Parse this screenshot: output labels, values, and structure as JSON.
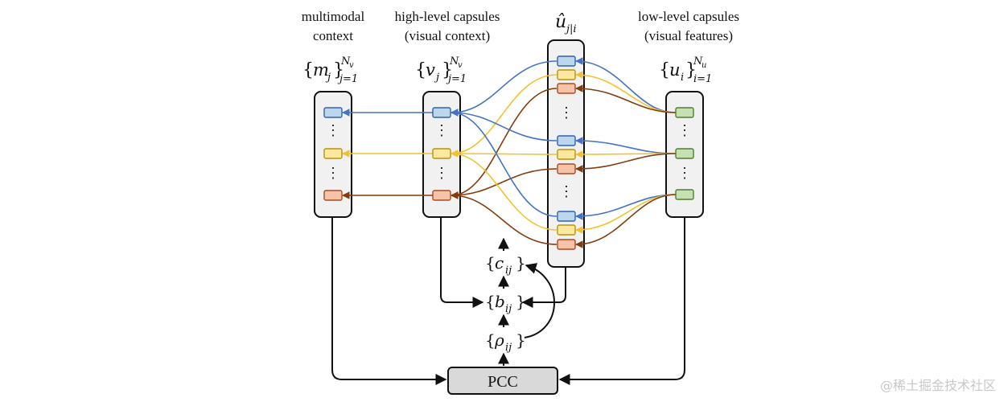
{
  "labels": {
    "multimodal_line1": "multimodal",
    "multimodal_line2": "context",
    "high_line1": "high-level capsules",
    "high_line2": "(visual context)",
    "low_line1": "low-level capsules",
    "low_line2": "(visual features)"
  },
  "math": {
    "m_set": {
      "open": "{",
      "var": "m",
      "sub": "j",
      "close": "}",
      "lower": "j=1",
      "upper_base": "N",
      "upper_sub": "v"
    },
    "v_set": {
      "open": "{",
      "var": "v",
      "sub": "j",
      "close": "}",
      "lower": "j=1",
      "upper_base": "N",
      "upper_sub": "v"
    },
    "u_set": {
      "open": "{",
      "var": "u",
      "sub": "i",
      "close": "}",
      "lower": "i=1",
      "upper_base": "N",
      "upper_sub": "u"
    },
    "u_hat": {
      "var": "û",
      "sub": "j|i"
    },
    "c_ij": {
      "open": "{",
      "var": "c",
      "sub": "ij",
      "close": "}"
    },
    "b_ij": {
      "open": "{",
      "var": "b",
      "sub": "ij",
      "close": "}"
    },
    "rho_ij": {
      "open": "{",
      "var": "ρ",
      "sub": "ij",
      "close": "}"
    }
  },
  "pcc_label": "PCC",
  "watermark": "@稀土掘金技术社区",
  "colors": {
    "blue_fill": "#bcd6ee",
    "blue_stroke": "#2e63a8",
    "blue_line": "#4472c4",
    "yellow_fill": "#fde8a0",
    "yellow_stroke": "#b8930a",
    "yellow_line": "#f2c22e",
    "orange_fill": "#f6c2a8",
    "orange_stroke": "#a94a23",
    "orange_line": "#843c0c",
    "green_fill": "#c6e0b4",
    "green_stroke": "#4f7f2e",
    "column_fill": "#f1f1f1",
    "pcc_fill": "#d9d9d9"
  }
}
